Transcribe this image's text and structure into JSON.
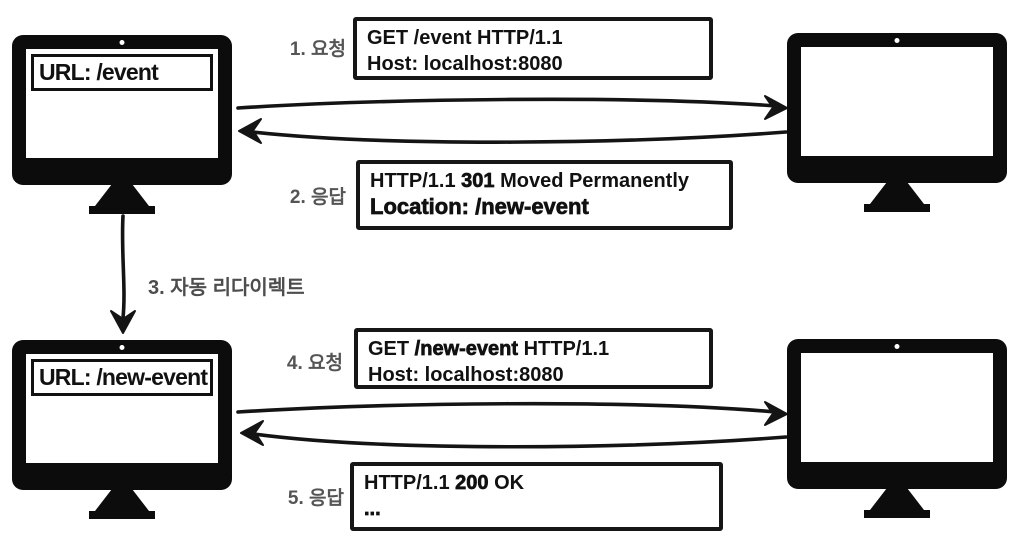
{
  "colors": {
    "ink": "#111111",
    "label_gray": "#555555",
    "background": "#ffffff"
  },
  "monitors": {
    "client_top": {
      "url": "URL: /event"
    },
    "client_bottom": {
      "url": "URL: /new-event"
    }
  },
  "labels": {
    "step1": "1. 요청",
    "step2": "2. 응답",
    "step3": "3. 자동 리다이렉트",
    "step4": "4. 요청",
    "step5": "5. 응답"
  },
  "messages": {
    "request1": {
      "l1a": "GET /event HTTP/1.1",
      "l2": "Host: localhost:8080"
    },
    "response1": {
      "l1a": "HTTP/1.1 ",
      "l1b": "301",
      "l1c": " Moved Permanently",
      "l2": "Location: /new-event"
    },
    "request2": {
      "l1a": "GET ",
      "l1b": "/new-event",
      "l1c": " HTTP/1.1",
      "l2": "Host: localhost:8080"
    },
    "response2": {
      "l1a": "HTTP/1.1 ",
      "l1b": "200",
      "l1c": " OK",
      "l2": "..."
    }
  }
}
